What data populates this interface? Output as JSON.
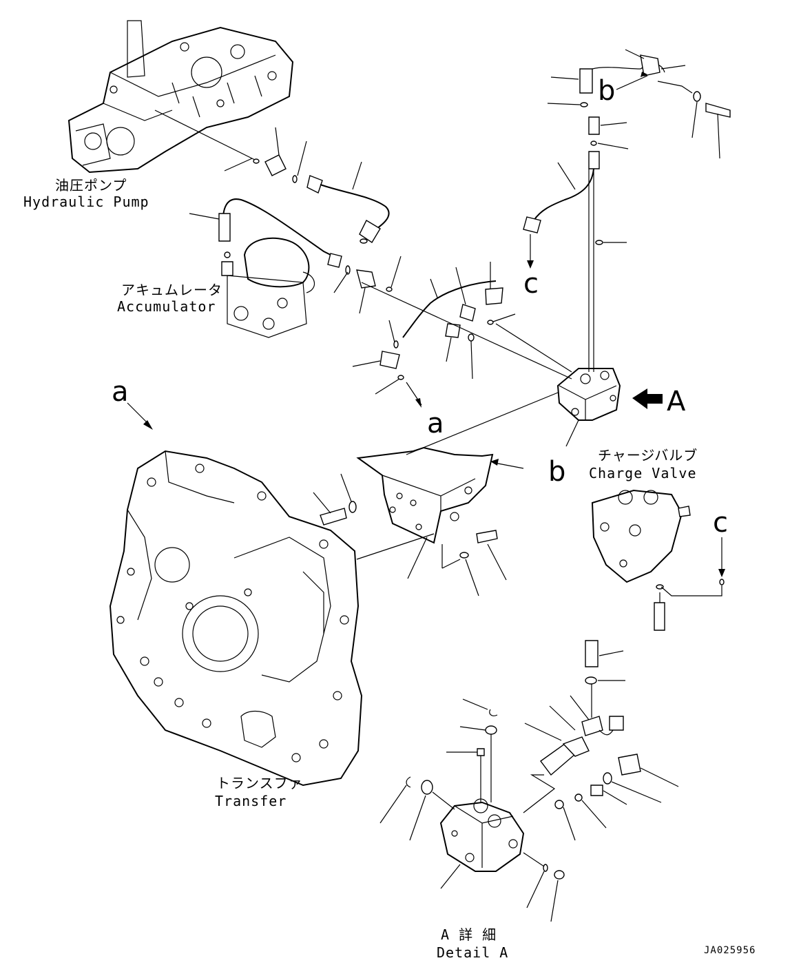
{
  "labels": {
    "hydraulic_pump_jp": "油圧ポンプ",
    "hydraulic_pump_en": "Hydraulic Pump",
    "accumulator_jp": "アキュムレータ",
    "accumulator_en": "Accumulator",
    "charge_valve_jp": "チャージバルブ",
    "charge_valve_en": "Charge Valve",
    "transfer_jp": "トランスファ",
    "transfer_en": "Transfer",
    "detail_a_jp": "A 詳 細",
    "detail_a_en": "Detail A"
  },
  "refs": {
    "a_top": "a",
    "a_arrow": "a",
    "b_top": "b",
    "b_bracket": "b",
    "c_top": "c",
    "c_valve": "c",
    "view_A": "A"
  },
  "drawing_code": "JA025956"
}
